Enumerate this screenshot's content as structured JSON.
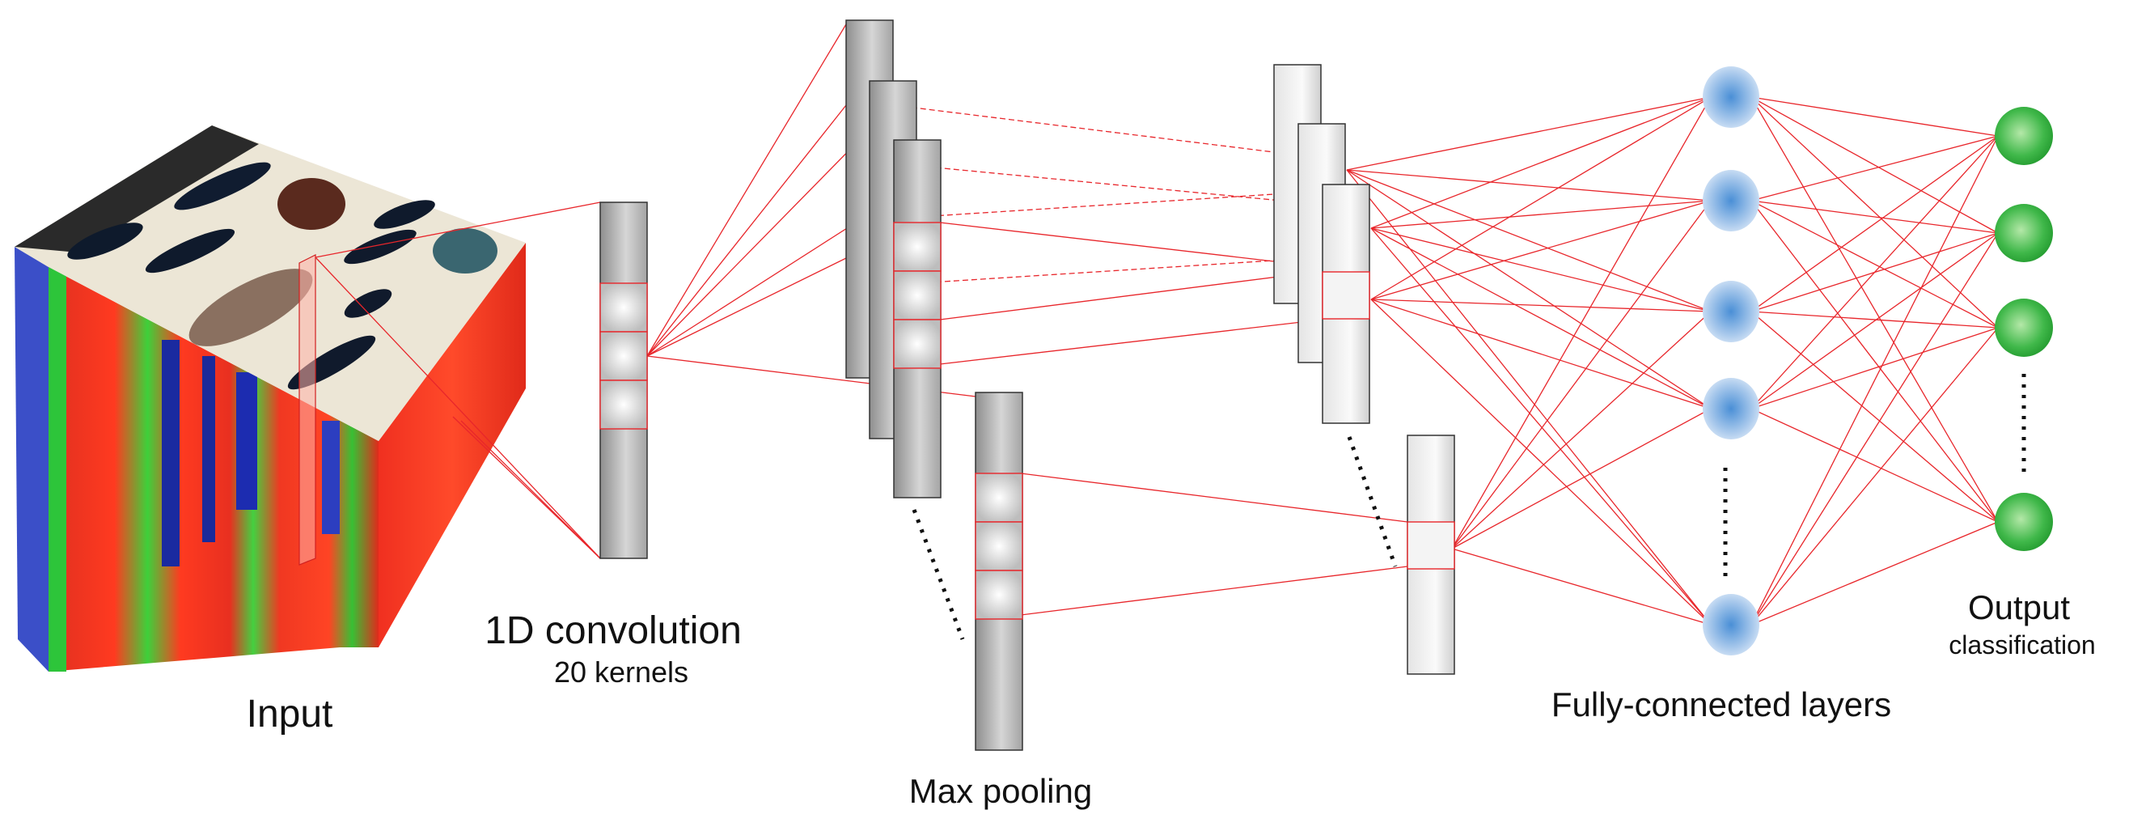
{
  "labels": {
    "input": "Input",
    "conv_title": "1D convolution",
    "conv_sub": "20 kernels",
    "pooling": "Max pooling",
    "fc": "Fully-connected layers",
    "output_title": "Output",
    "output_sub": "classification"
  },
  "colors": {
    "connection": "#e8262b",
    "hidden_node": "#6fa6dc",
    "output_node": "#3cb544",
    "feature_map": "#b0b0b0"
  }
}
